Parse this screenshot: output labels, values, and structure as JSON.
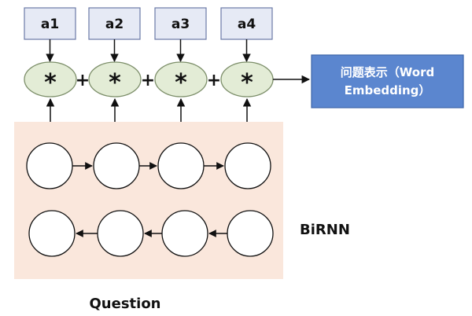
{
  "diagram": {
    "attention_weights": [
      "a1",
      "a2",
      "a3",
      "a4"
    ],
    "multiply_symbol": "*",
    "plus_symbol": "+",
    "output_label_line1": "问题表示（Word",
    "output_label_line2": "Embedding）",
    "birnn_label": "BiRNN",
    "question_label": "Question"
  },
  "colors": {
    "weight_box_fill": "#e6eaf5",
    "weight_box_stroke": "#6b7aa6",
    "ellipse_fill": "#e3ecd6",
    "ellipse_stroke": "#7d8f6a",
    "birnn_panel": "#fae7dc",
    "output_box_fill": "#5b86cf",
    "output_box_stroke": "#3d64a8"
  }
}
